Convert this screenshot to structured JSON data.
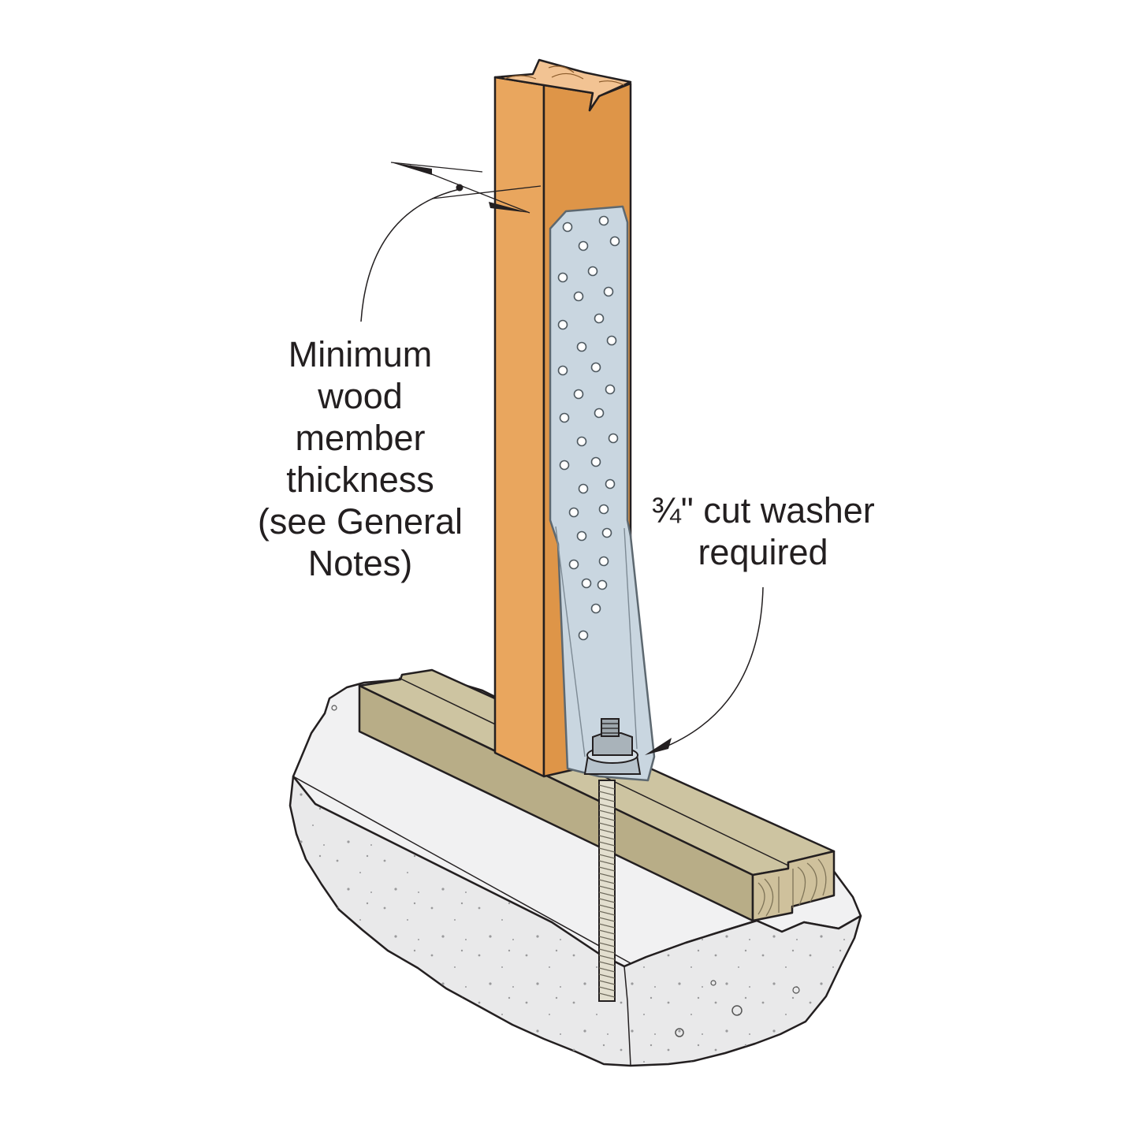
{
  "callouts": {
    "thickness": {
      "lines": [
        "Minimum",
        "wood",
        "member",
        "thickness",
        "(see General",
        "Notes)"
      ]
    },
    "washer": {
      "lines": [
        "¾\" cut washer",
        "required"
      ]
    }
  },
  "colors": {
    "stud_front": "#e9a65e",
    "stud_side": "#de9548",
    "stud_top": "#f2c393",
    "sill_top": "#cdc4a1",
    "sill_front": "#b8ad87",
    "sill_end": "#cfc19c",
    "strap": "#c9d6e0",
    "strap_edge": "#5d6870",
    "concrete": "#ececed",
    "outline": "#231f20"
  },
  "icons": [
    "dimension-arrow-icon",
    "leader-arrow-icon",
    "anchor-bolt-icon",
    "nut-icon",
    "washer-icon"
  ]
}
